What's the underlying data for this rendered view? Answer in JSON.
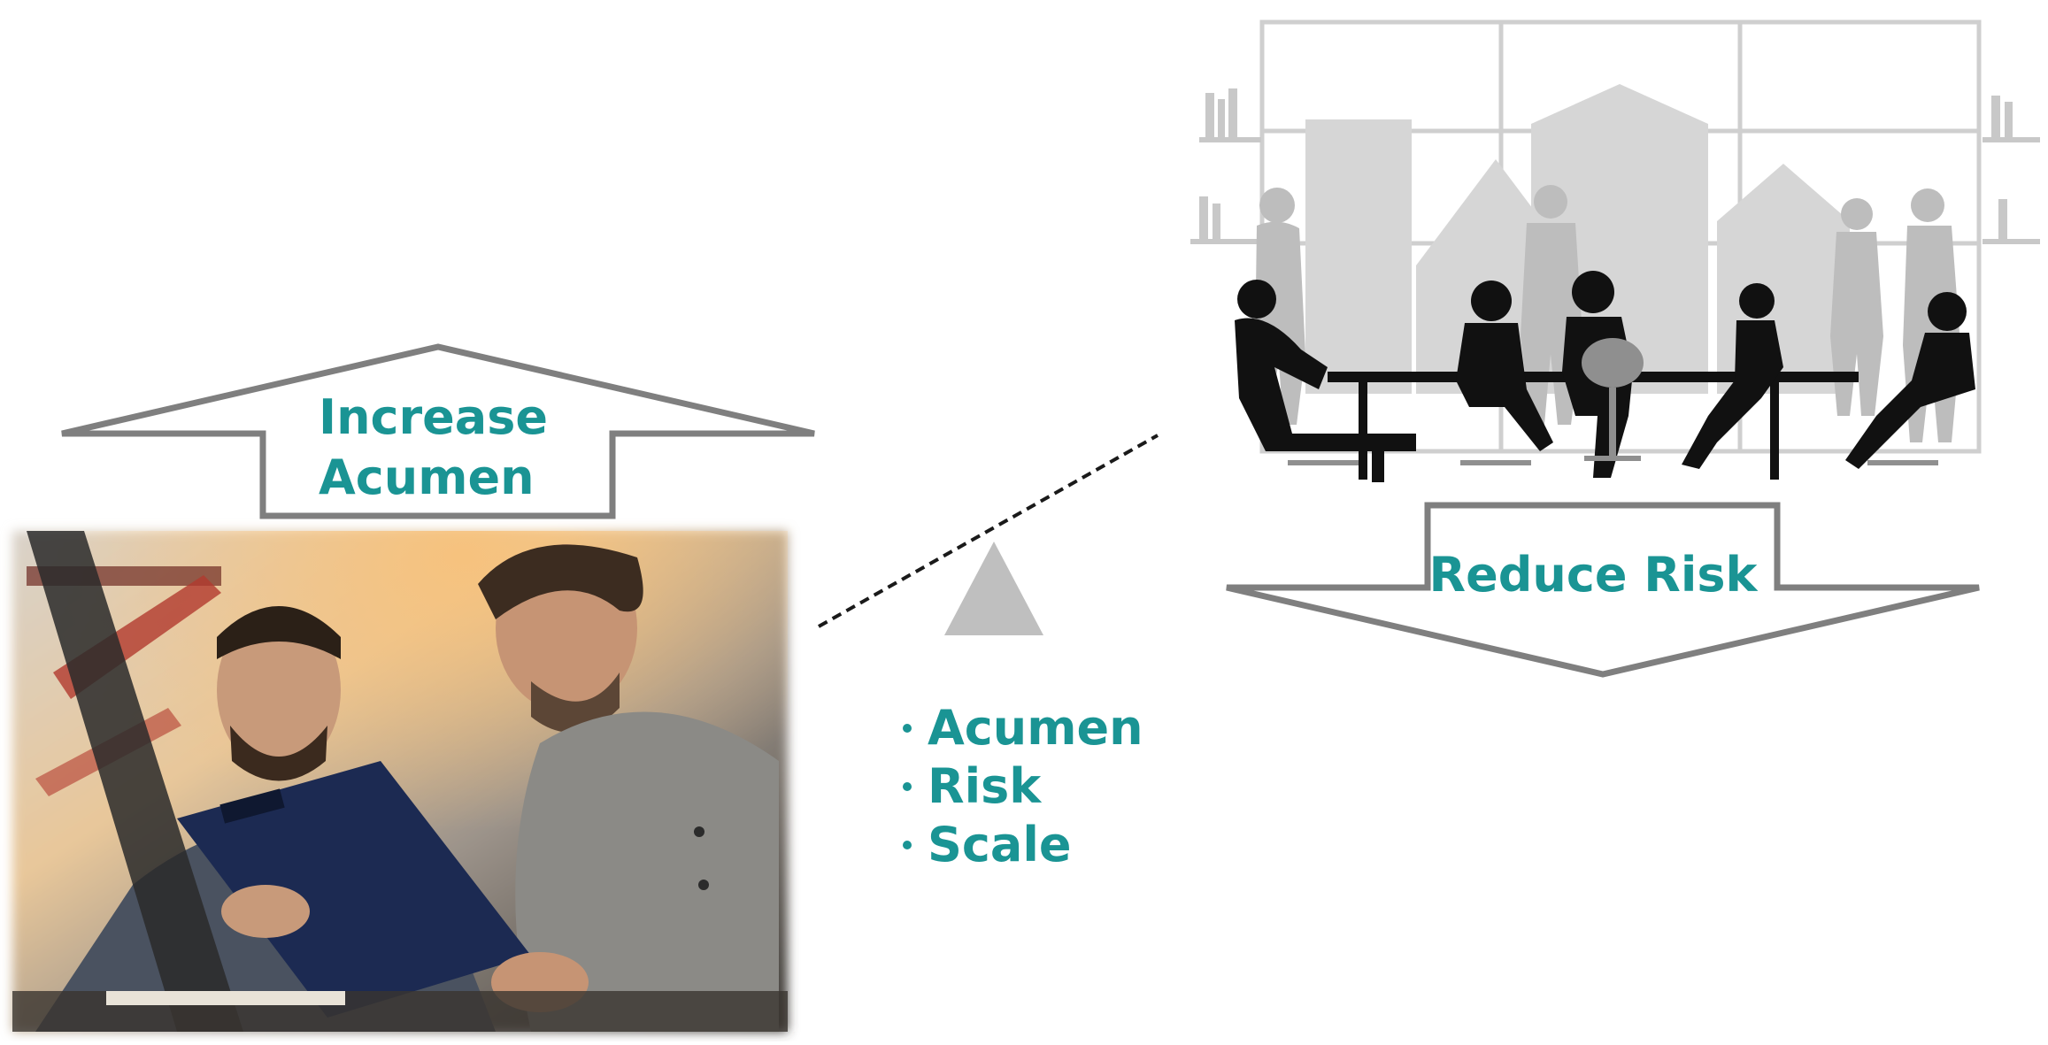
{
  "left_panel": {
    "arrow_label_line1": "Increase",
    "arrow_label_line2": "Acumen",
    "photo_icon": "two-people-workshop-clipboard-photo"
  },
  "right_panel": {
    "arrow_label": "Reduce Risk",
    "photo_icon": "business-meeting-silhouette"
  },
  "center": {
    "fulcrum_icon": "seesaw-triangle",
    "bullets": [
      "Acumen",
      "Risk",
      "Scale"
    ]
  },
  "colors": {
    "accent_text": "#1a9494",
    "arrow_outline": "#7f7f7f",
    "fulcrum": "#bfbfbf",
    "silhouette": "#111111",
    "background_silhouette": "#c8c8c8"
  }
}
